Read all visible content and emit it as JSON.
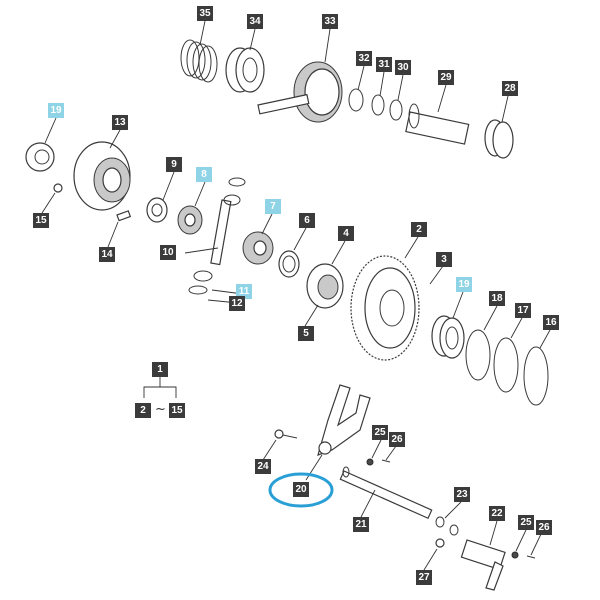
{
  "diagram": {
    "highlight_color": "#2a9fd6",
    "label_color_dark": "#3b3b3b",
    "label_color_blue": "#8ed3e6",
    "callouts": {
      "c35": "35",
      "c34": "34",
      "c33": "33",
      "c32": "32",
      "c31": "31",
      "c30": "30",
      "c29": "29",
      "c28": "28",
      "c19a": "19",
      "c13": "13",
      "c9": "9",
      "c8": "8",
      "c15": "15",
      "c14": "14",
      "c10": "10",
      "c7": "7",
      "c6": "6",
      "c4": "4",
      "c11": "11",
      "c12": "12",
      "c2": "2",
      "c3": "3",
      "c19b": "19",
      "c18": "18",
      "c17": "17",
      "c16": "16",
      "c5": "5",
      "c1": "1",
      "c2r": "2",
      "c15r": "15",
      "c25a": "25",
      "c26a": "26",
      "c24": "24",
      "c20": "20",
      "c21": "21",
      "c23": "23",
      "c22": "22",
      "c25b": "25",
      "c26b": "26",
      "c27": "27"
    },
    "range_separator": "~"
  }
}
